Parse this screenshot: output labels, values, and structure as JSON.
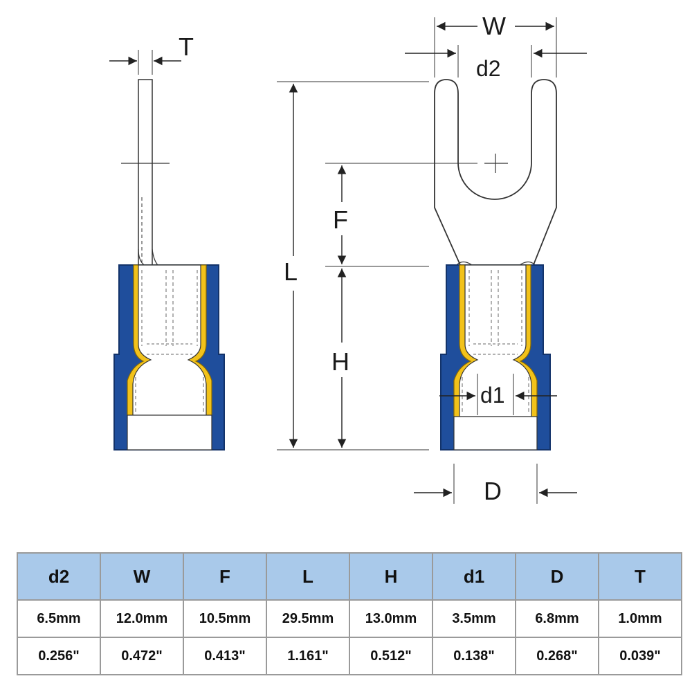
{
  "diagram": {
    "labels": {
      "T": "T",
      "W": "W",
      "d2": "d2",
      "F": "F",
      "L": "L",
      "H": "H",
      "d1": "d1",
      "D": "D"
    },
    "colors": {
      "insulation": "#1f4e9c",
      "insulation_dark": "#163a78",
      "sleeve": "#f2c21a",
      "sleeve_dark": "#c99a0a",
      "metal": "#ffffff",
      "outline": "#333333"
    }
  },
  "table": {
    "headers": [
      "d2",
      "W",
      "F",
      "L",
      "H",
      "d1",
      "D",
      "T"
    ],
    "rows": [
      [
        "6.5mm",
        "12.0mm",
        "10.5mm",
        "29.5mm",
        "13.0mm",
        "3.5mm",
        "6.8mm",
        "1.0mm"
      ],
      [
        "0.256\"",
        "0.472\"",
        "0.413\"",
        "1.161\"",
        "0.512\"",
        "0.138\"",
        "0.268\"",
        "0.039\""
      ]
    ]
  }
}
